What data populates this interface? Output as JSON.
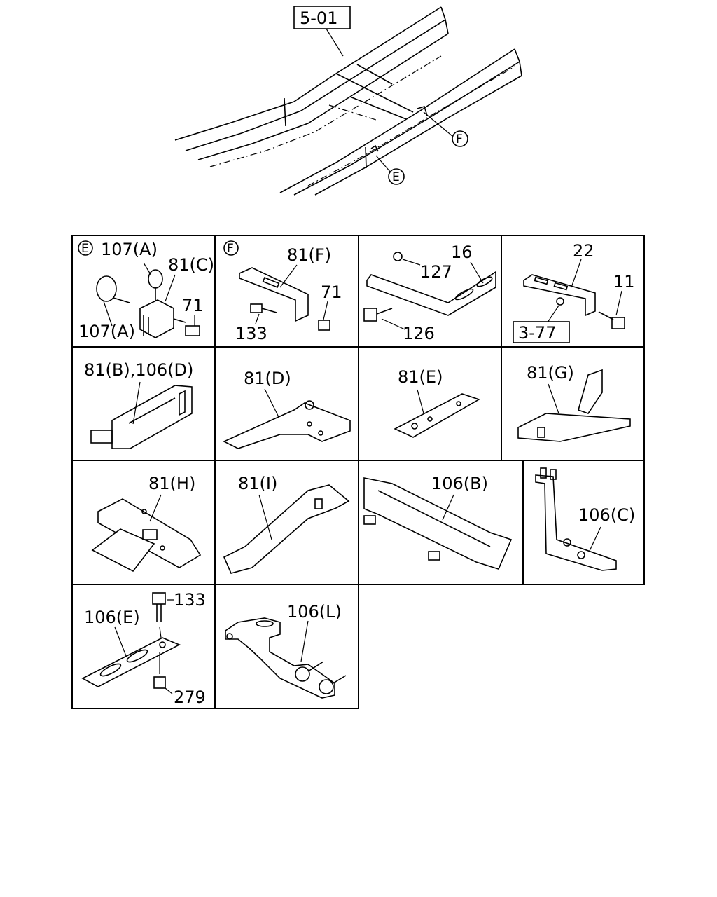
{
  "frame_view": {
    "reference": "5-01",
    "callout_e": "E",
    "callout_f": "F"
  },
  "cells": {
    "e": {
      "callout": "E",
      "labels": [
        "107(A)",
        "81(C)",
        "71",
        "107(A)"
      ]
    },
    "f": {
      "callout": "F",
      "labels": [
        "81(F)",
        "71",
        "133"
      ]
    },
    "c3": {
      "labels": [
        "127",
        "16",
        "126"
      ]
    },
    "c4": {
      "labels": [
        "22",
        "11"
      ],
      "reference": "3-77"
    },
    "c5": {
      "labels": [
        "81(B),106(D)"
      ]
    },
    "c6": {
      "labels": [
        "81(D)"
      ]
    },
    "c7": {
      "labels": [
        "81(E)"
      ]
    },
    "c8": {
      "labels": [
        "81(G)"
      ]
    },
    "c9": {
      "labels": [
        "81(H)"
      ]
    },
    "c10": {
      "labels": [
        "81(I)"
      ]
    },
    "c11": {
      "labels": [
        "106(B)"
      ]
    },
    "c12": {
      "labels": [
        "106(C)"
      ]
    },
    "c13": {
      "labels": [
        "133",
        "106(E)",
        "279"
      ]
    },
    "c14": {
      "labels": [
        "106(L)"
      ]
    }
  }
}
